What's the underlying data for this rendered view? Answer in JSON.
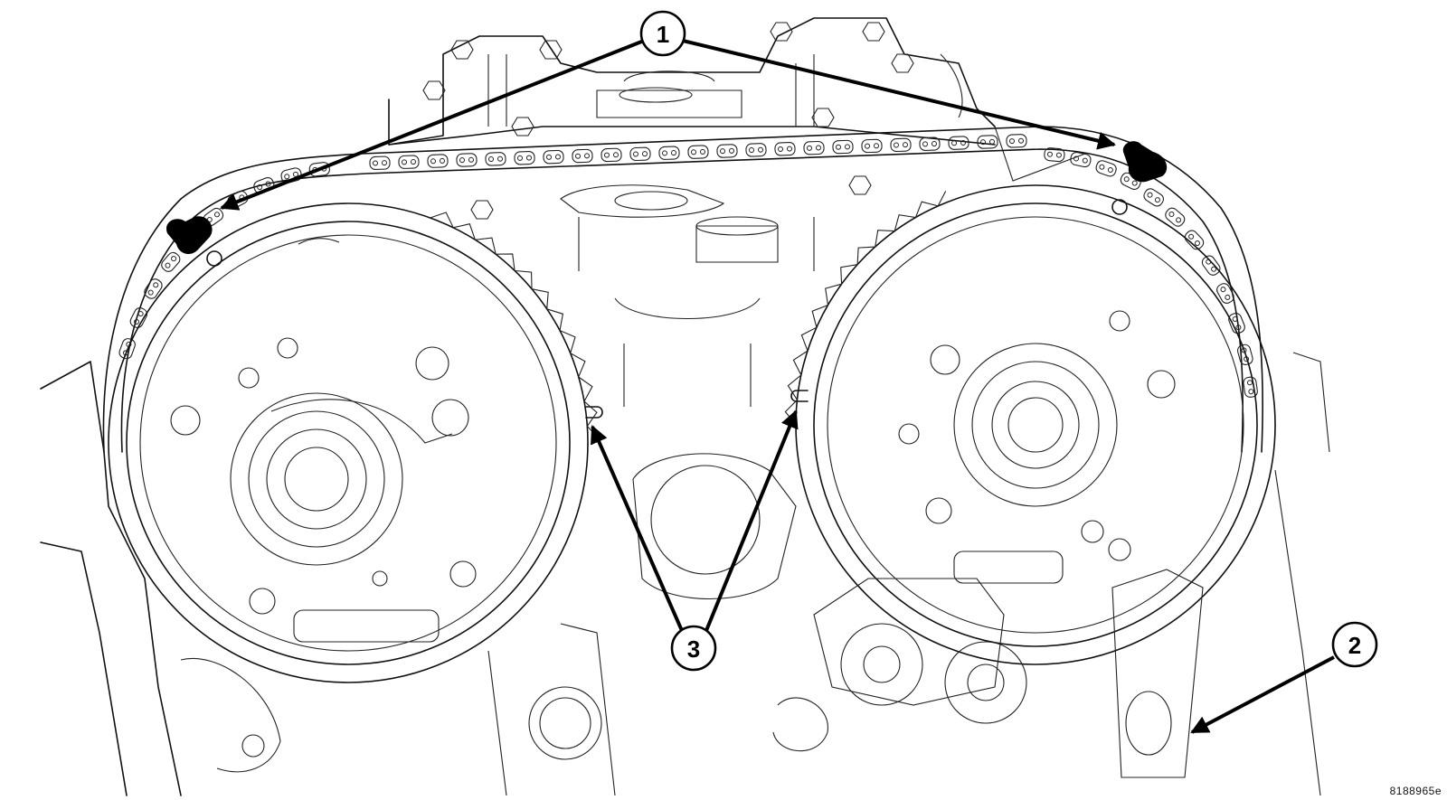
{
  "callouts": [
    {
      "id": "callout-1",
      "label": "1"
    },
    {
      "id": "callout-2",
      "label": "2"
    },
    {
      "id": "callout-3",
      "label": "3"
    }
  ],
  "figure_id": "8188965e",
  "colors": {
    "line": "#111111",
    "background": "#ffffff",
    "marker": "#000000"
  }
}
